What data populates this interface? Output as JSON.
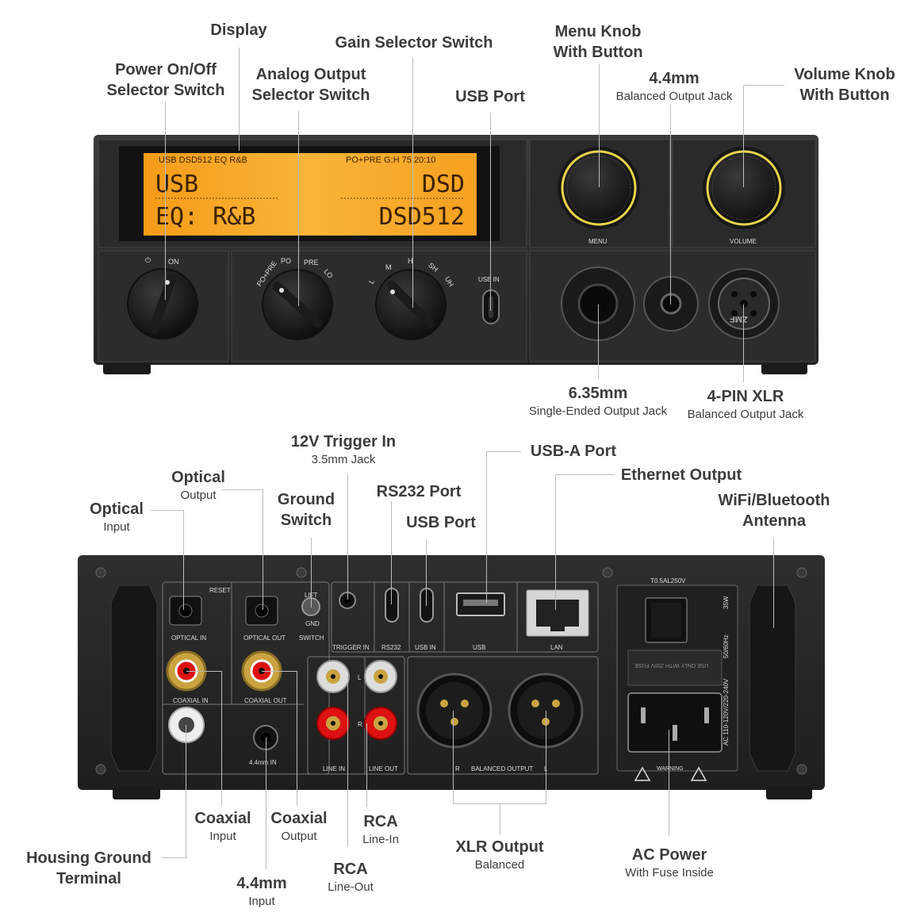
{
  "front": {
    "display": {
      "status_left": "USB  DSD512  EQ R&B",
      "status_right": "PO+PRE  G:H  75  20:10",
      "line1_left": "USB",
      "line1_right": "DSD",
      "line2_left": "EQ: R&B",
      "line2_right": "DSD512"
    },
    "panel": {
      "power_on": "ON",
      "power_symbol": "⏻",
      "output_opts": [
        "PO+PRE",
        "PO",
        "PRE",
        "LO"
      ],
      "gain_opts": [
        "L",
        "M",
        "H",
        "SH",
        "UH"
      ],
      "usb_in": "USB IN",
      "menu": "MENU",
      "volume": "VOLUME",
      "brand": "ZMF"
    },
    "labels": {
      "display": "Display",
      "power_1": "Power On/Off",
      "power_2": "Selector Switch",
      "analog_1": "Analog Output",
      "analog_2": "Selector Switch",
      "gain": "Gain Selector Switch",
      "usb_port": "USB Port",
      "menu_1": "Menu Knob",
      "menu_2": "With Button",
      "mm44": "4.4mm",
      "mm44_sub": "Balanced Output Jack",
      "vol_1": "Volume Knob",
      "vol_2": "With Button",
      "mm635": "6.35mm",
      "mm635_sub": "Single-Ended Output Jack",
      "xlr4": "4-PIN XLR",
      "xlr4_sub": "Balanced Output Jack"
    }
  },
  "rear": {
    "panel": {
      "reset": "RESET",
      "optical_in": "OPTICAL IN",
      "optical_out": "OPTICAL OUT",
      "lift": "LIFT",
      "gnd": "GND",
      "switch": "SWITCH",
      "trigger_in": "TRIGGER IN",
      "rs232": "RS232",
      "usb_in": "USB IN",
      "usb": "USB",
      "lan": "LAN",
      "coaxial_in": "COAXIAL IN",
      "coaxial_out": "COAXIAL OUT",
      "line_in": "LINE IN",
      "line_out": "LINE OUT",
      "l": "L",
      "r": "R",
      "mm44_in": "4.4mm IN",
      "balanced_output": "BALANCED OUTPUT",
      "fuse": "T0.5AL250V",
      "rating1": "35W",
      "rating2": "50/60Hz",
      "rating3": "AC 110-120V/220-240V",
      "warning": "WARNING",
      "fuse_note": "USE ONLY WITH 250V FUSE"
    },
    "labels": {
      "trigger": "12V Trigger In",
      "trigger_sub": "3.5mm Jack",
      "usba": "USB-A Port",
      "opt_out": "Optical",
      "opt_out_sub": "Output",
      "ground_1": "Ground",
      "ground_2": "Switch",
      "rs232": "RS232 Port",
      "ethernet": "Ethernet Output",
      "opt_in": "Optical",
      "opt_in_sub": "Input",
      "usb_port": "USB Port",
      "wifi_1": "WiFi/Bluetooth",
      "wifi_2": "Antenna",
      "coax_in": "Coaxial",
      "coax_in_sub": "Input",
      "coax_out": "Coaxial",
      "coax_out_sub": "Output",
      "rca_in": "RCA",
      "rca_in_sub": "Line-In",
      "housing_1": "Housing Ground",
      "housing_2": "Terminal",
      "xlr_out": "XLR Output",
      "xlr_out_sub": "Balanced",
      "ac": "AC Power",
      "ac_sub": "With Fuse Inside",
      "rca_out": "RCA",
      "rca_out_sub": "Line-Out",
      "mm44_in": "4.4mm",
      "mm44_in_sub": "Input"
    }
  },
  "colors": {
    "lcd": "#f7a41e",
    "chassis": "#2b2b2b",
    "knob_ring": "#e8d34a",
    "label": "#3c3c3c",
    "leader": "#bdbdbd"
  }
}
